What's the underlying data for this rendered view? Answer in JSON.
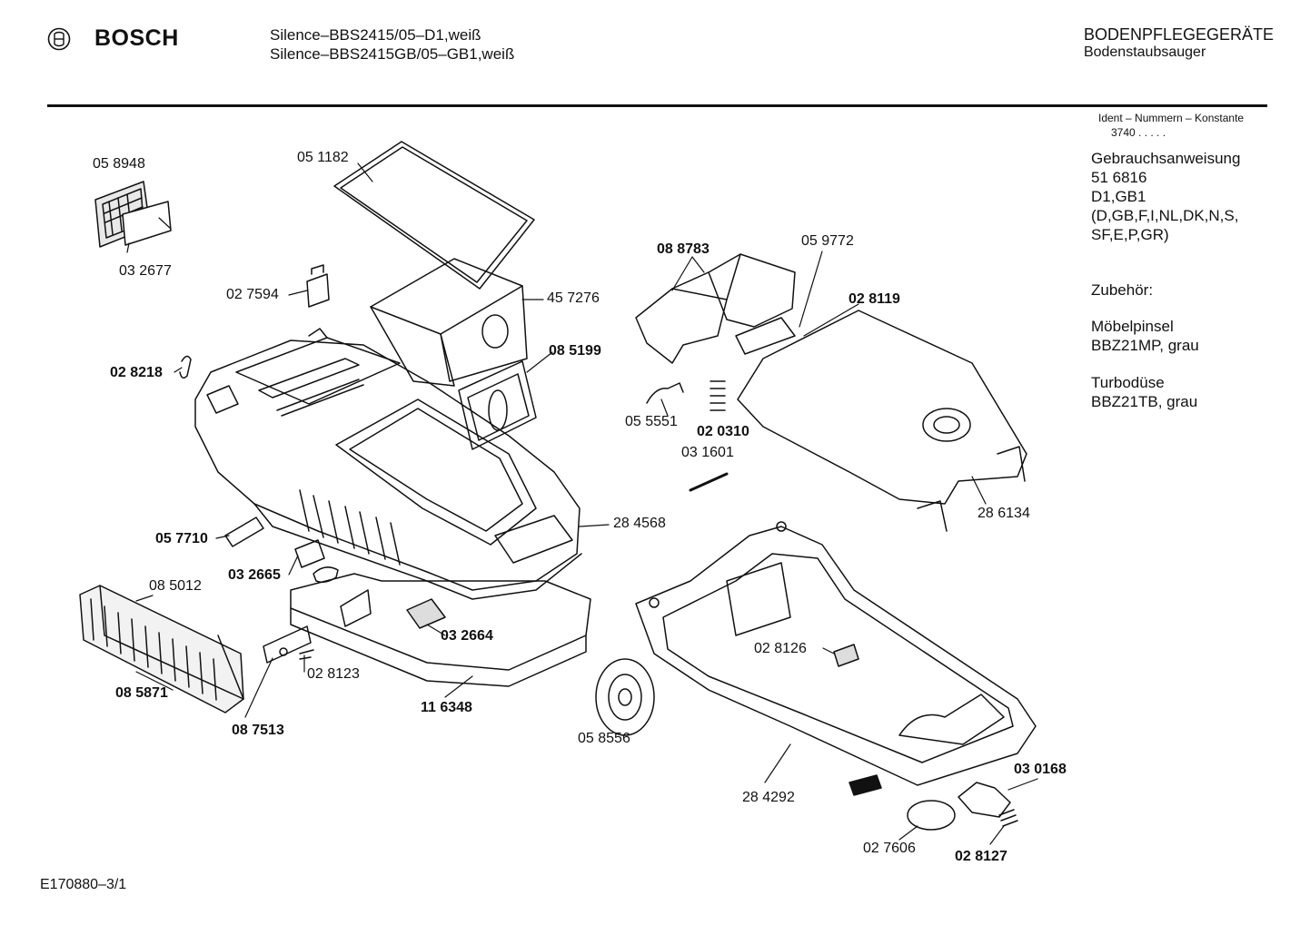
{
  "header": {
    "brand": "BOSCH",
    "models": [
      "Silence–BBS2415/05–D1,weiß",
      "Silence–BBS2415GB/05–GB1,weiß"
    ],
    "category": "BODENPFLEGEGERÄTE",
    "subcategory": "Bodenstaubsauger"
  },
  "ident": {
    "label": "Ident – Nummern – Konstante",
    "constant": "3740  .  .  .  .  ."
  },
  "side_notes": {
    "manual_title": "Gebrauchsanweisung",
    "manual_number": "51 6816",
    "manual_versions": "D1,GB1",
    "manual_languages_1": "(D,GB,F,I,NL,DK,N,S,",
    "manual_languages_2": "SF,E,P,GR)",
    "accessories_title": "Zubehör:",
    "acc1_name": "Möbelpinsel",
    "acc1_code": "BBZ21MP, grau",
    "acc2_name": "Turbodüse",
    "acc2_code": "BBZ21TB, grau"
  },
  "parts": {
    "p_058948": "05 8948",
    "p_032677": "03 2677",
    "p_051182": "05 1182",
    "p_027594": "02 7594",
    "p_457276": "45 7276",
    "p_085199": "08 5199",
    "p_028218": "02 8218",
    "p_057710": "05 7710",
    "p_284568": "28 4568",
    "p_032665": "03  2665",
    "p_085012": "08 5012",
    "p_032664": "03 2664",
    "p_028123": "02 8123",
    "p_085871": "08 5871",
    "p_087513": "08 7513",
    "p_116348": "11 6348",
    "p_088783": "08 8783",
    "p_059772": "05 9772",
    "p_028119": "02 8119",
    "p_055551": "05 5551",
    "p_020310": "02 0310",
    "p_031601": "03 1601",
    "p_286134": "28 6134",
    "p_028126": "02 8126",
    "p_058556": "05 8556",
    "p_284292": "28 4292",
    "p_030168": "03 0168",
    "p_027606": "02 7606",
    "p_028127": "02 8127"
  },
  "footer": {
    "drawing_id": "E170880–3/1"
  }
}
